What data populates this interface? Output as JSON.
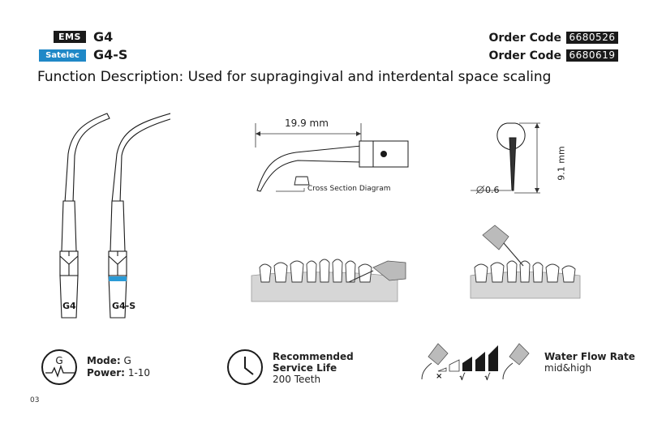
{
  "header": {
    "brands": [
      {
        "badge": "EMS",
        "model": "G4",
        "order_label": "Order Code",
        "order_code": "6680526"
      },
      {
        "badge": "Satelec",
        "model": "G4-S",
        "order_label": "Order Code",
        "order_code": "6680619"
      }
    ],
    "function_description": "Function Description: Used for supragingival and interdental space scaling"
  },
  "tips": {
    "left_label": "G4",
    "right_label": "G4-S"
  },
  "diagram": {
    "length": "19.9 mm",
    "cross_section": "Cross Section Diagram",
    "height": "9.1 mm",
    "diameter": "0.6"
  },
  "specs": {
    "mode_label": "Mode:",
    "mode_value": "G",
    "power_label": "Power:",
    "power_value": "1-10",
    "service_label_1": "Recommended",
    "service_label_2": "Service Life",
    "service_value": "200 Teeth",
    "water_label": "Water Flow Rate",
    "water_value": "mid&high",
    "mode_icon_letter": "G"
  },
  "water_marks": [
    "×",
    "√",
    "√"
  ],
  "page_number": "03",
  "colors": {
    "satelec_blue": "#1f88c7",
    "band_blue": "#2a9ad6"
  }
}
